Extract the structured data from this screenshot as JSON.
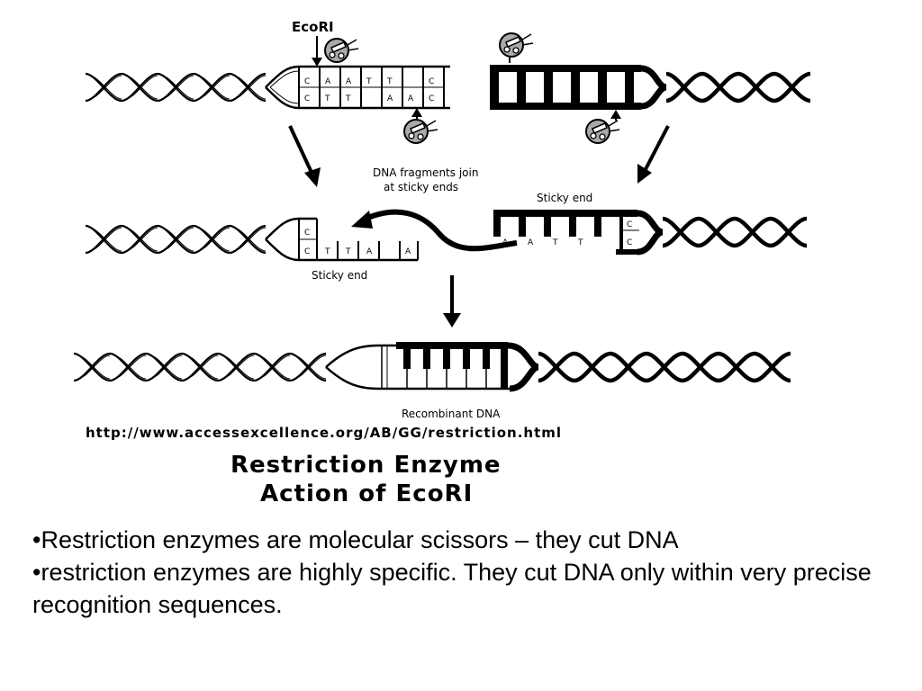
{
  "diagram": {
    "enzyme_label": "EcoRI",
    "join_label_line1": "DNA fragments join",
    "join_label_line2": "at sticky ends",
    "sticky_end_label_right": "Sticky end",
    "sticky_end_label_left": "Sticky end",
    "recombinant_label": "Recombinant DNA",
    "source_url": "http://www.accessexcellence.org/AB/GG/restriction.html",
    "title_line1": "Restriction Enzyme",
    "title_line2": "Action of EcoRI",
    "top_left_bases_upper": [
      "C",
      "A",
      "A",
      "T",
      "T",
      "C"
    ],
    "top_left_bases_lower": [
      "C",
      "T",
      "T",
      "A",
      "A",
      "C"
    ],
    "mid_left_bases_upper": [
      "C"
    ],
    "mid_left_bases_lower": [
      "C",
      "T",
      "T",
      "A",
      "A"
    ],
    "mid_right_bases_lower": [
      "A",
      "A",
      "T",
      "T"
    ],
    "mid_right_bases_end": [
      "C",
      "C"
    ]
  },
  "bullets": [
    "•Restriction enzymes are molecular scissors – they cut DNA",
    "•restriction enzymes are highly specific. They cut DNA only within very precise recognition sequences."
  ]
}
